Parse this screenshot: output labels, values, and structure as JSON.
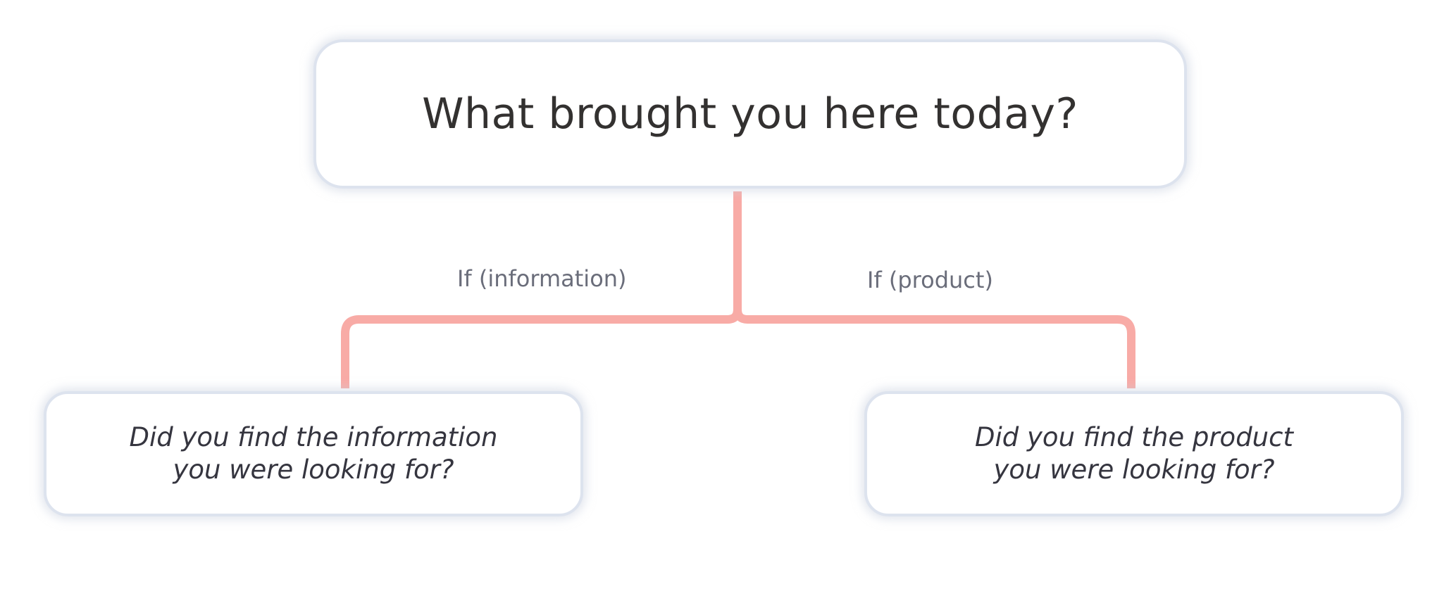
{
  "root": {
    "question": "What brought you here today?"
  },
  "branches": [
    {
      "condition": "If (information)",
      "question": "Did you find the information\nyou were looking for?"
    },
    {
      "condition": "If (product)",
      "question": "Did you find the product\nyou were looking for?"
    }
  ],
  "colors": {
    "connector": "#f8aba6",
    "node_border": "#dde3ee",
    "text_main": "#333130",
    "text_label": "#6a6d7a"
  }
}
